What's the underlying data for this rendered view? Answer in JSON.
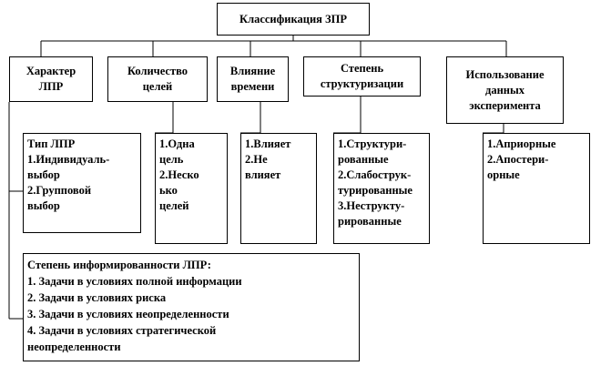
{
  "title": "Классификация ЗПР",
  "categories": [
    {
      "id": "character",
      "label": "Характер\nЛПР"
    },
    {
      "id": "goals",
      "label": "Количество\nцелей"
    },
    {
      "id": "time",
      "label": "Влияние\nвремени"
    },
    {
      "id": "structure",
      "label": "Степень\nструктуризации"
    },
    {
      "id": "experiment",
      "label": "Использование\nданных\nэксперимента"
    }
  ],
  "details": {
    "character": "Тип ЛПР\n1.Индивидуаль-\n    выбор\n2.Групповой\nвыбор",
    "goals": "1.Одна\nцель\n2.Неско\nько\nцелей",
    "time": "1.Влияет\n2.Не\nвлияет",
    "structure": "1.Структури-\nрованные\n2.Слабострук-\nтурированные\n3.Неструкту-\nрированные",
    "experiment": "1.Априорные\n2.Апостери-\nорные"
  },
  "informedness": {
    "heading": "Степень информированности ЛПР:",
    "items": [
      "1. Задачи в условиях полной информации",
      "2. Задачи в условиях риска",
      "3. Задачи в условиях неопределенности",
      "4. Задачи в условиях стратегической\nнеопределенности"
    ]
  }
}
